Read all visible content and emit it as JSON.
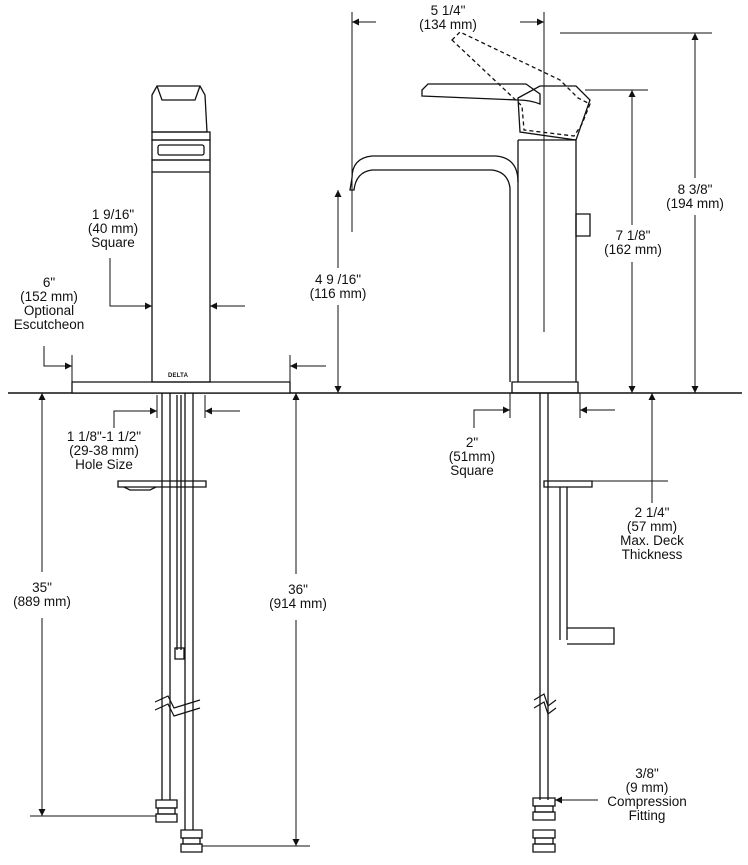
{
  "brand": "DELTA",
  "dimensions": {
    "width_top": [
      "5 1/4\"",
      "(134 mm)"
    ],
    "overall_height": [
      "8 3/8\"",
      "(194 mm)"
    ],
    "spout_height": [
      "7 1/8\"",
      "(162 mm)"
    ],
    "outlet_height": [
      "4 9 /16\"",
      "(116 mm)"
    ],
    "body_square": [
      "1 9/16\"",
      "(40 mm)",
      "Square"
    ],
    "escutcheon": [
      "6\"",
      "(152 mm)",
      "Optional",
      "Escutcheon"
    ],
    "hole_size": [
      "1 1/8\"-1 1/2\"",
      "(29-38 mm)",
      "Hole Size"
    ],
    "base_square": [
      "2\"",
      "(51mm)",
      "Square"
    ],
    "deck_thickness": [
      "2 1/4\"",
      "(57 mm)",
      "Max. Deck",
      "Thickness"
    ],
    "supply_35": [
      "35\"",
      "(889 mm)"
    ],
    "supply_36": [
      "36\"",
      "(914 mm)"
    ],
    "compression": [
      "3/8\"",
      "(9 mm)",
      "Compression",
      "Fitting"
    ]
  }
}
